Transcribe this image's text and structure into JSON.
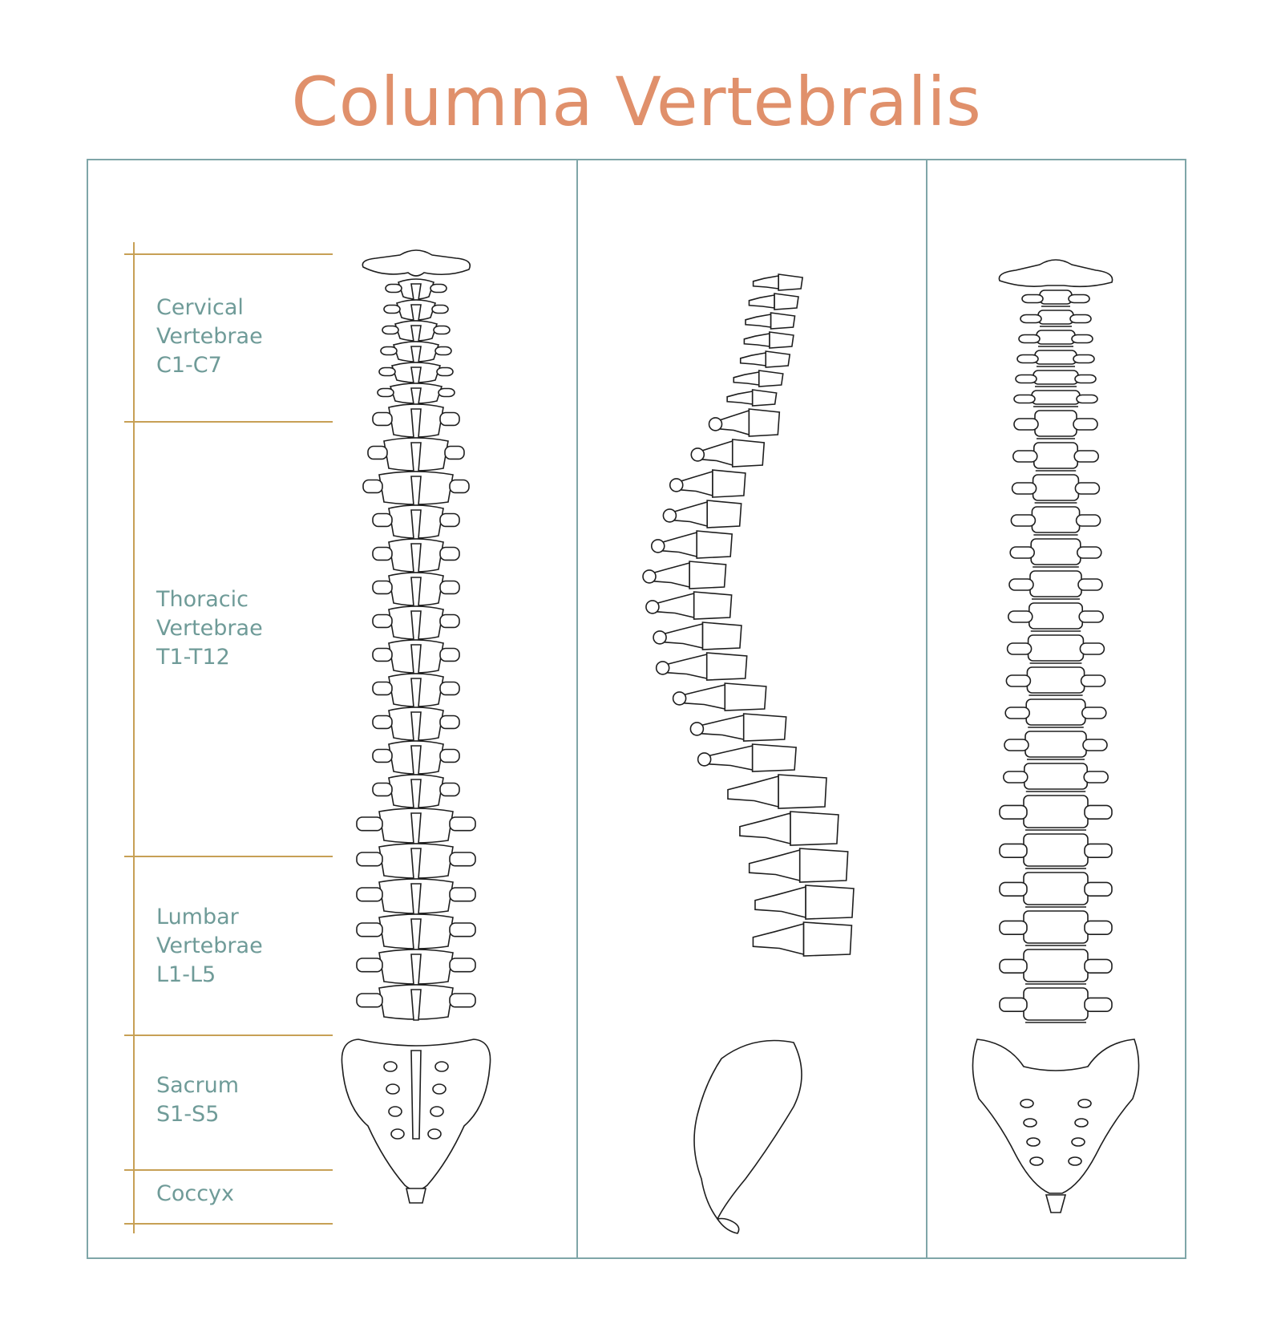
{
  "title": "Columna Vertebralis",
  "colors": {
    "title": "#e0906b",
    "frame": "#7fa6a8",
    "label_text": "#6f9b98",
    "bracket": "#c7a055",
    "bone_stroke": "#1e1e1e"
  },
  "regions": [
    {
      "name": "Cervical",
      "line2": "Vertebrae",
      "range": "C1-C7"
    },
    {
      "name": "Thoracic",
      "line2": "Vertebrae",
      "range": "T1-T12"
    },
    {
      "name": "Lumbar",
      "line2": "Vertebrae",
      "range": "L1-L5"
    },
    {
      "name": "Sacrum",
      "range": "S1-S5"
    },
    {
      "name": "Coccyx"
    }
  ],
  "views": [
    {
      "icon": "spine-posterior-view-icon"
    },
    {
      "icon": "spine-lateral-view-icon"
    },
    {
      "icon": "spine-anterior-view-icon"
    }
  ]
}
